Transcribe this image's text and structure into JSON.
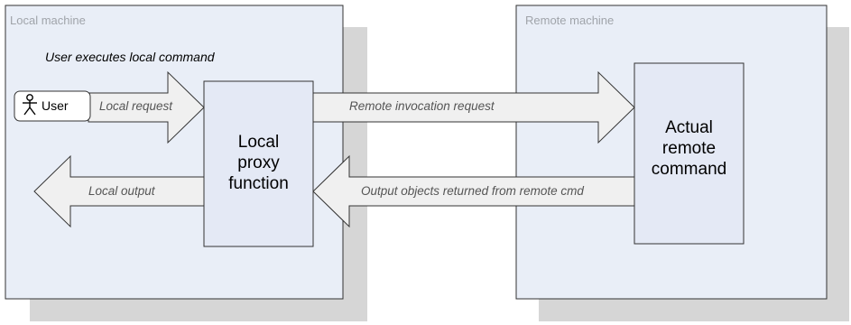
{
  "local_machine": {
    "title": "Local machine",
    "annotation": "User executes local command",
    "user_label": "User",
    "proxy_lines": [
      "Local",
      "proxy",
      "function"
    ]
  },
  "remote_machine": {
    "title": "Remote machine",
    "command_lines": [
      "Actual",
      "remote",
      "command"
    ]
  },
  "arrows": {
    "local_request": "Local request",
    "remote_invocation": "Remote invocation request",
    "output_returned": "Output objects returned from remote cmd",
    "local_output": "Local output"
  },
  "colors": {
    "machine_fill": "#e9eef7",
    "box_fill": "#e4e9f5",
    "shadow": "#d6d6d6",
    "arrow_fill": "#f0f0f0",
    "stroke": "#333333"
  }
}
